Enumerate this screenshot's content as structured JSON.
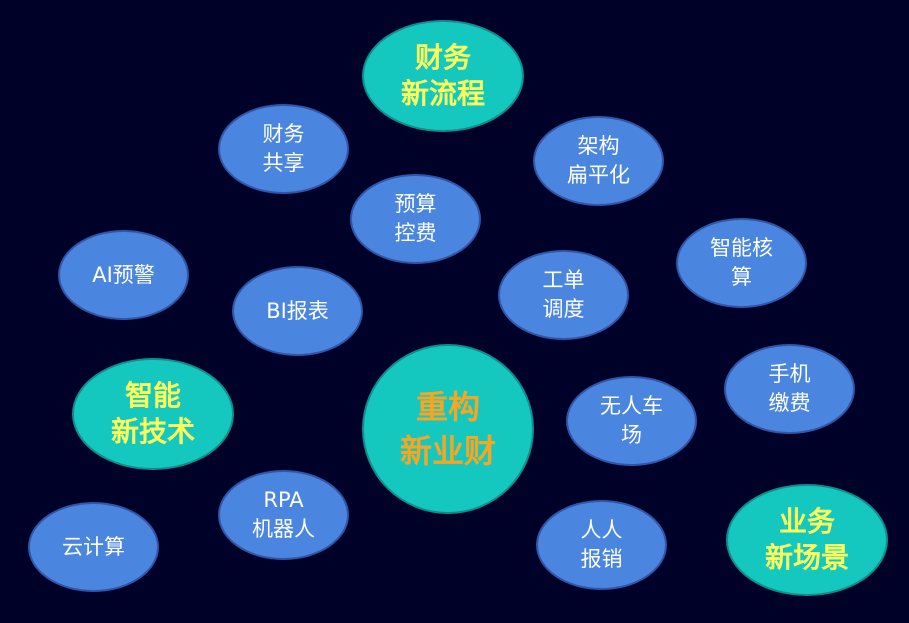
{
  "bubbles": {
    "finance_process": {
      "lines": [
        "财务",
        "新流程"
      ]
    },
    "finance_shared": {
      "lines": [
        "财务",
        "共享"
      ]
    },
    "flat_structure": {
      "lines": [
        "架构",
        "扁平化"
      ]
    },
    "budget_control": {
      "lines": [
        "预算",
        "控费"
      ]
    },
    "smart_accounting": {
      "lines": [
        "智能核",
        "算"
      ]
    },
    "ai_alert": {
      "lines": [
        "AI预警"
      ]
    },
    "work_order": {
      "lines": [
        "工单",
        "调度"
      ]
    },
    "bi_report": {
      "lines": [
        "BI报表"
      ]
    },
    "smart_tech": {
      "lines": [
        "智能",
        "新技术"
      ]
    },
    "rebuild": {
      "lines": [
        "重构",
        "新业财"
      ]
    },
    "mobile_payment": {
      "lines": [
        "手机",
        "缴费"
      ]
    },
    "unmanned_parking": {
      "lines": [
        "无人车",
        "场"
      ]
    },
    "rpa_robot": {
      "lines": [
        "RPA",
        "机器人"
      ]
    },
    "business_scene": {
      "lines": [
        "业务",
        "新场景"
      ]
    },
    "cloud_computing": {
      "lines": [
        "云计算"
      ]
    },
    "personal_expense": {
      "lines": [
        "人人",
        "报销"
      ]
    }
  },
  "colors": {
    "background": "#000128",
    "blue_bubble": "#4a86e0",
    "teal_bubble": "#14c8c0",
    "category_text": "#fcff5a",
    "center_text": "#f5a623",
    "bubble_text": "#ffffff"
  }
}
